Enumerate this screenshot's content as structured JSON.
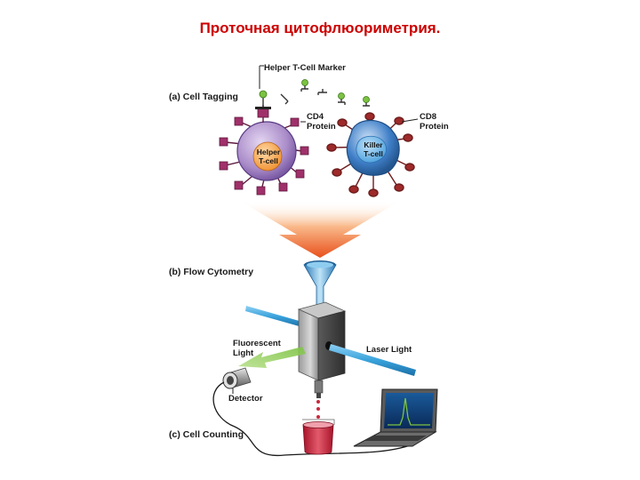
{
  "title": "Проточная цитофлюориметрия.",
  "sections": {
    "a": "(a) Cell Tagging",
    "b": "(b) Flow Cytometry",
    "c": "(c) Cell Counting"
  },
  "labels": {
    "marker": "Helper T-Cell Marker",
    "cd4_line1": "CD4",
    "cd4_line2": "Protein",
    "cd8_line1": "CD8",
    "cd8_line2": "Protein",
    "helper_line1": "Helper",
    "helper_line2": "T-cell",
    "killer_line1": "Killer",
    "killer_line2": "T-cell",
    "fluor_line1": "Fluorescent",
    "fluor_line2": "Light",
    "laser": "Laser Light",
    "detector": "Detector"
  },
  "colors": {
    "title": "#cc0000",
    "helper_cell": "#a98bc8",
    "killer_cell": "#3f7fc8",
    "cd4_receptor": "#a0306a",
    "cd8_receptor": "#9e2a2a",
    "marker_green": "#7cc242",
    "laser_blue": "#3aa3dc",
    "funnel_arrow": "#e8501c",
    "liquid": "#c8283c"
  }
}
